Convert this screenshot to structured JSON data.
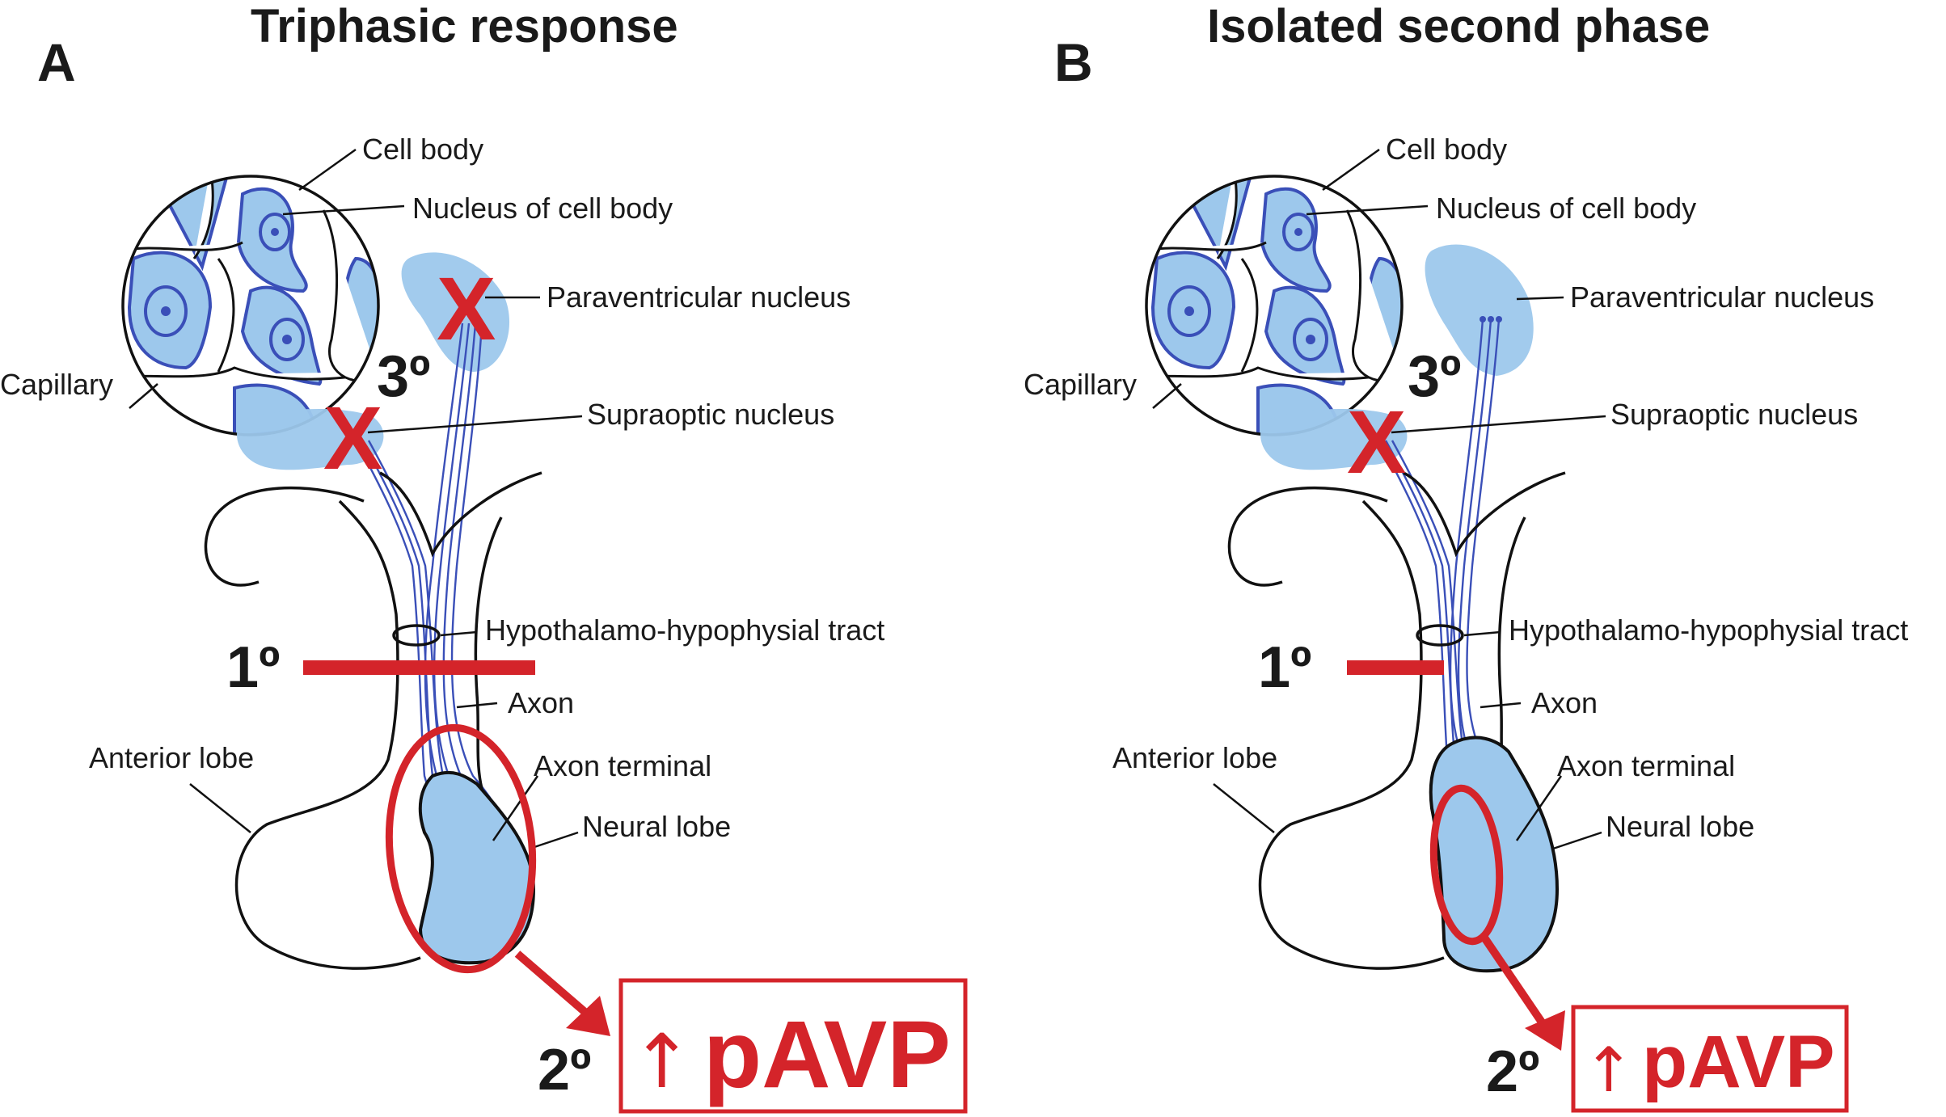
{
  "figure": {
    "panels": [
      {
        "id": "A",
        "letter": "A",
        "title": "Triphasic response",
        "labels": {
          "cell_body": "Cell body",
          "nucleus_of_cell_body": "Nucleus of cell body",
          "paraventricular_nucleus": "Paraventricular nucleus",
          "capillary": "Capillary",
          "supraoptic_nucleus": "Supraoptic nucleus",
          "hypothalamo_hypophysial_tract": "Hypothalamo-hypophysial tract",
          "axon": "Axon",
          "anterior_lobe": "Anterior lobe",
          "axon_terminal": "Axon terminal",
          "neural_lobe": "Neural lobe"
        },
        "phases": {
          "first": "1º",
          "second": "2º",
          "third": "3º"
        },
        "lesion_marks": {
          "paraventricular": "X",
          "supraoptic": "X"
        },
        "result": {
          "arrow": "↑",
          "text": "pAVP"
        }
      },
      {
        "id": "B",
        "letter": "B",
        "title": "Isolated second phase",
        "labels": {
          "cell_body": "Cell body",
          "nucleus_of_cell_body": "Nucleus of cell body",
          "paraventricular_nucleus": "Paraventricular nucleus",
          "capillary": "Capillary",
          "supraoptic_nucleus": "Supraoptic nucleus",
          "hypothalamo_hypophysial_tract": "Hypothalamo-hypophysial tract",
          "axon": "Axon",
          "anterior_lobe": "Anterior lobe",
          "axon_terminal": "Axon terminal",
          "neural_lobe": "Neural lobe"
        },
        "phases": {
          "first": "1º",
          "second": "2º",
          "third": "3º"
        },
        "lesion_marks": {
          "supraoptic": "X"
        },
        "result": {
          "arrow": "↑",
          "text": "pAVP"
        }
      }
    ],
    "colors": {
      "tissue_blue": "#9dc8ec",
      "axon_blue": "#3a4fb8",
      "lesion_red": "#d4242a",
      "ink": "#111111"
    }
  }
}
